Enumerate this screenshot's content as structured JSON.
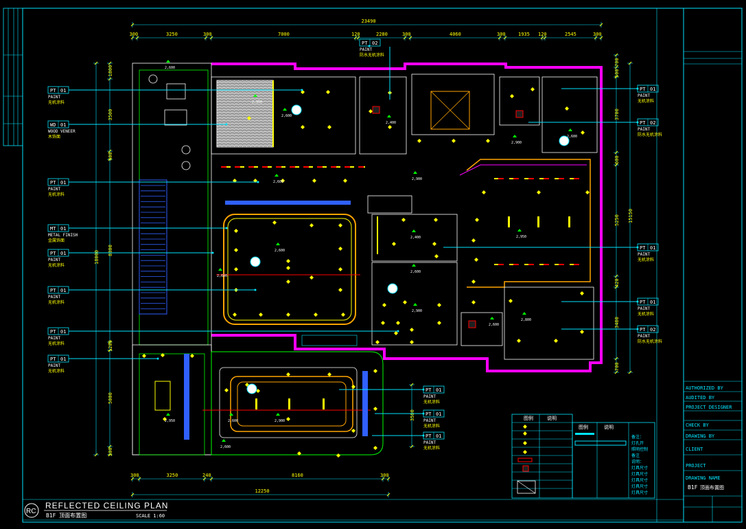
{
  "drawing": {
    "title": "REFLECTED CEILING PLAN",
    "subtitle": "B1F 顶面布置图",
    "scale": "SCALE 1:60",
    "badge": "RC"
  },
  "dimensions": {
    "top_total": "23490",
    "top_segments": [
      "300",
      "3250",
      "300",
      "7000",
      "120",
      "2280",
      "300",
      "4060",
      "300",
      "1935",
      "120",
      "2545",
      "300"
    ],
    "bottom_total": "12250",
    "bottom_segments": [
      "300",
      "3250",
      "240",
      "8160",
      "300"
    ],
    "left_total": "18000",
    "left_segments": [
      "1800",
      "3500",
      "400",
      "8800",
      "1200",
      "5000",
      "200"
    ],
    "right_total": "15150",
    "right_segments": [
      "700",
      "500",
      "3700",
      "600",
      "5250",
      "420",
      "3480",
      "700"
    ],
    "middle": "3580"
  },
  "tags_left": [
    {
      "code": "PT",
      "num": "01",
      "line1": "PAINT",
      "line2": "无机涂料"
    },
    {
      "code": "WD",
      "num": "01",
      "line1": "WOOD VENEER",
      "line2": "木饰面"
    },
    {
      "code": "PT",
      "num": "01",
      "line1": "PAINT",
      "line2": "无机涂料"
    },
    {
      "code": "MT",
      "num": "01",
      "line1": "METAL FINISH",
      "line2": "金属饰面"
    },
    {
      "code": "PT",
      "num": "01",
      "line1": "PAINT",
      "line2": "无机涂料"
    },
    {
      "code": "PT",
      "num": "01",
      "line1": "PAINT",
      "line2": "无机涂料"
    },
    {
      "code": "PT",
      "num": "01",
      "line1": "PAINT",
      "line2": "无机涂料"
    },
    {
      "code": "PT",
      "num": "01",
      "line1": "PAINT",
      "line2": "无机涂料"
    }
  ],
  "tags_right": [
    {
      "code": "PT",
      "num": "01",
      "line1": "PAINT",
      "line2": "无机涂料"
    },
    {
      "code": "PT",
      "num": "02",
      "line1": "PAINT",
      "line2": "防水无机涂料"
    },
    {
      "code": "PT",
      "num": "01",
      "line1": "PAINT",
      "line2": "无机涂料"
    },
    {
      "code": "PT",
      "num": "01",
      "line1": "PAINT",
      "line2": "无机涂料"
    },
    {
      "code": "PT",
      "num": "02",
      "line1": "PAINT",
      "line2": "防水无机涂料"
    }
  ],
  "tag_top": {
    "code": "PT",
    "num": "02",
    "line1": "PAINT",
    "line2": "防水无机涂料"
  },
  "tags_center": [
    {
      "code": "PT",
      "num": "01",
      "line1": "PAINT",
      "line2": "无机涂料"
    },
    {
      "code": "PT",
      "num": "01",
      "line1": "PAINT",
      "line2": "无机涂料"
    },
    {
      "code": "PT",
      "num": "01",
      "line1": "PAINT",
      "line2": "无机涂料"
    }
  ],
  "heights": [
    "2,950",
    "2,600",
    "2,400",
    "2,600",
    "2,900",
    "2,600",
    "2,400",
    "2,950",
    "2,900",
    "2,600",
    "2,900",
    "2,600",
    "2,800",
    "2,600",
    "2,950",
    "2,600",
    "2,900",
    "2,600",
    "2,600",
    "2,600"
  ],
  "legend": {
    "col1": "图例",
    "col2": "说明",
    "col3": "图例",
    "col4": "说明",
    "notes": [
      "备注：",
      "灯孔开",
      "照明控制",
      "备注",
      "说明：",
      "灯具尺寸",
      "灯具尺寸",
      "灯具尺寸",
      "灯具尺寸",
      "灯具尺寸"
    ]
  },
  "titleblock": {
    "authorized_by": "AUTHORIZED BY",
    "audited_by": "AUDITED BY",
    "project_designer": "PROJECT DESIGNER",
    "check_by": "CHECK BY",
    "drawing_by": "DRAWING BY",
    "client": "CLIENT",
    "project": "PROJECT",
    "drawing_name": "DRAWING NAME",
    "sheet": "B1F",
    "sheet_desc": "顶面布置图"
  },
  "colors": {
    "cyan": "#00e5ff",
    "magenta": "#ff00ff",
    "yellow": "#ffff00",
    "green": "#00ff00",
    "red": "#ff0000",
    "orange": "#ffa500",
    "blue": "#3060ff"
  }
}
